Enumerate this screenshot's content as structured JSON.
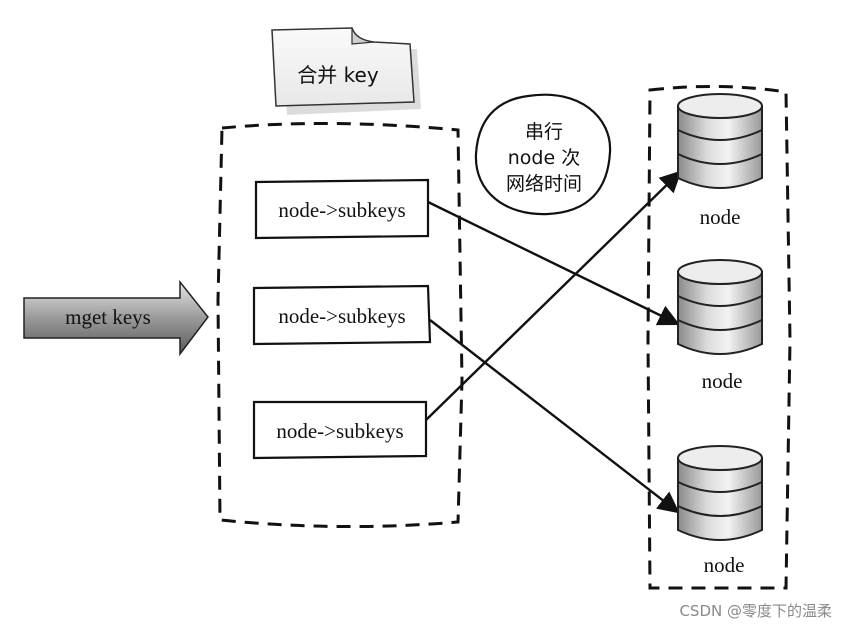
{
  "note_label": "合并 key",
  "input_label": "mget keys",
  "bubble": {
    "line1": "串行",
    "line2": "node 次",
    "line3": "网络时间"
  },
  "key_groups": [
    {
      "label": "node->subkeys"
    },
    {
      "label": "node->subkeys"
    },
    {
      "label": "node->subkeys"
    }
  ],
  "nodes": [
    {
      "label": "node"
    },
    {
      "label": "node"
    },
    {
      "label": "node"
    }
  ],
  "watermark": "CSDN @零度下的温柔"
}
